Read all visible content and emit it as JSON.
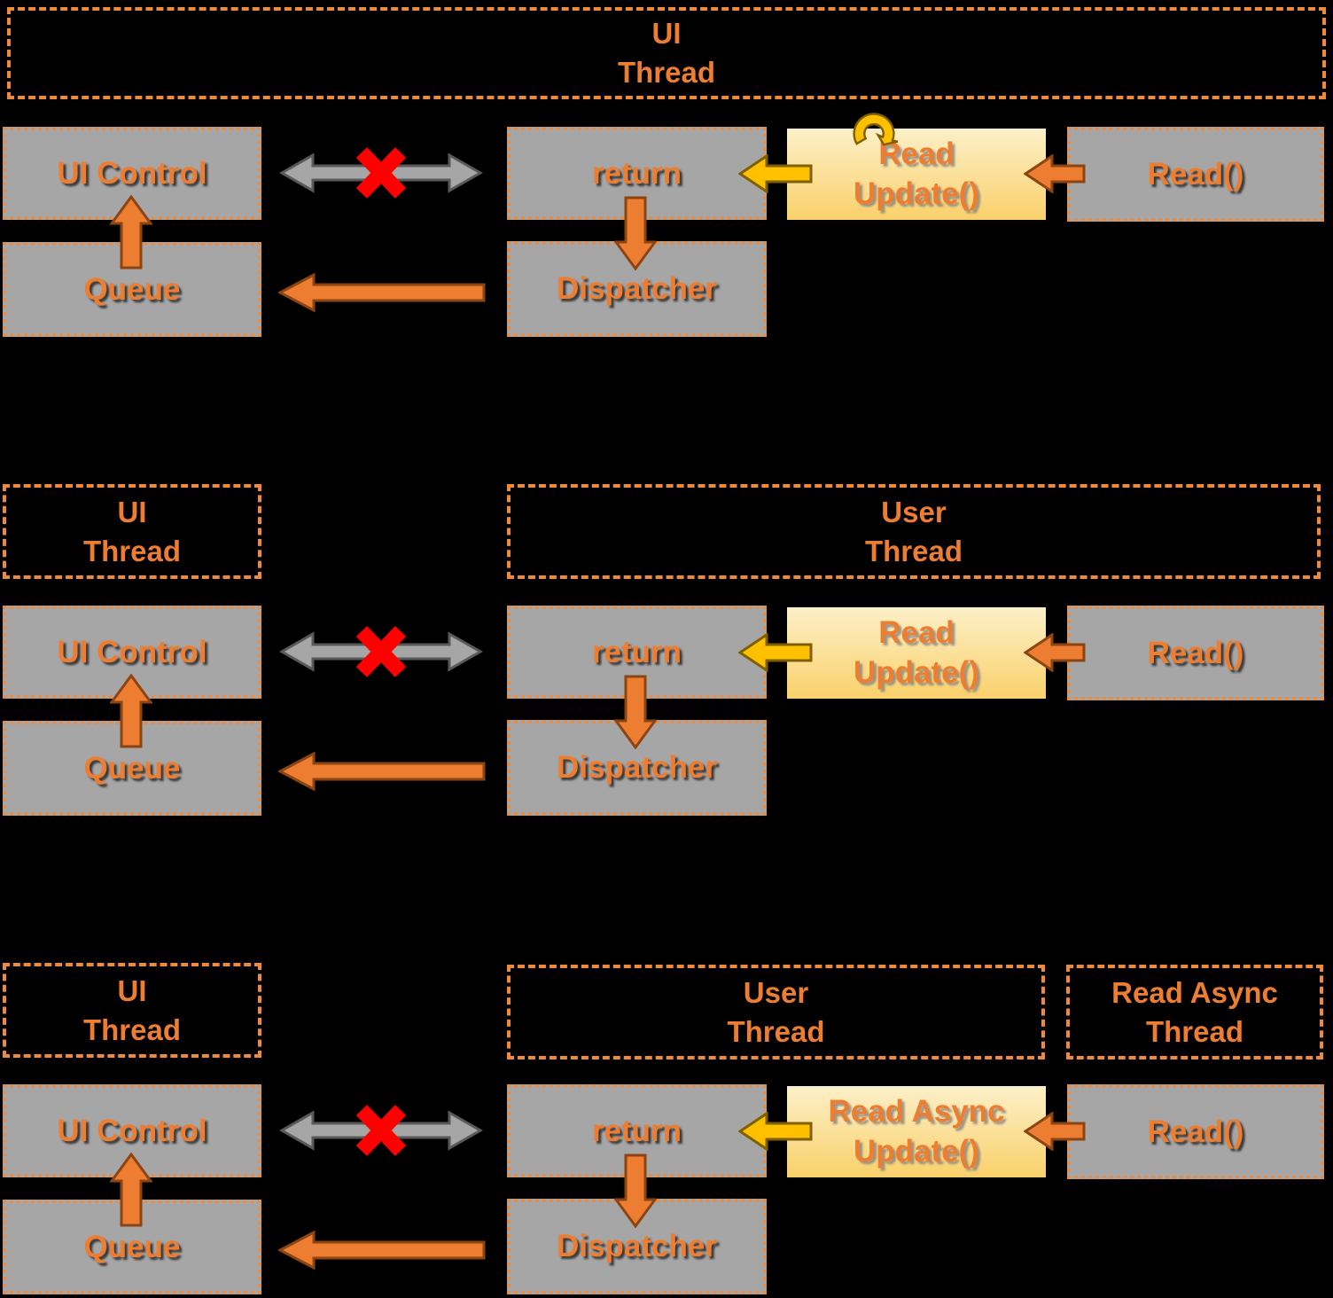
{
  "colors": {
    "bg": "#000000",
    "accent": "#ED7D31",
    "box_gray": "#A6A6A6",
    "box_border": "#ED8A3C",
    "gray_arrow": "#A6A6A6",
    "gray_arrow_border": "#595959",
    "arrow_orange": "#ED7D31",
    "arrow_orange_border": "#8C4412",
    "arrow_yellow": "#FFC000",
    "arrow_yellow_border": "#7F6000",
    "red_x": "#FF0000",
    "update_grad_top": "#FCF0C8",
    "update_grad_bottom": "#FAD16B"
  },
  "sections": [
    {
      "name": "single-ui-thread",
      "headers": [
        {
          "line1": "UI",
          "line2": "Thread"
        }
      ],
      "boxes": {
        "ui_control": "UI Control",
        "queue": "Queue",
        "ret": "return",
        "dispatcher": "Dispatcher",
        "update_line1": "Read",
        "update_line2": "Update()",
        "read": "Read()"
      }
    },
    {
      "name": "user-thread",
      "headers": [
        {
          "line1": "UI",
          "line2": "Thread"
        },
        {
          "line1": "User",
          "line2": "Thread"
        }
      ],
      "boxes": {
        "ui_control": "UI Control",
        "queue": "Queue",
        "ret": "return",
        "dispatcher": "Dispatcher",
        "update_line1": "Read",
        "update_line2": "Update()",
        "read": "Read()"
      }
    },
    {
      "name": "read-async-thread",
      "headers": [
        {
          "line1": "UI",
          "line2": "Thread"
        },
        {
          "line1": "User",
          "line2": "Thread"
        },
        {
          "line1": "Read Async",
          "line2": "Thread"
        }
      ],
      "boxes": {
        "ui_control": "UI Control",
        "queue": "Queue",
        "ret": "return",
        "dispatcher": "Dispatcher",
        "update_line1": "Read Async",
        "update_line2": "Update()",
        "read": "Read()"
      }
    }
  ]
}
